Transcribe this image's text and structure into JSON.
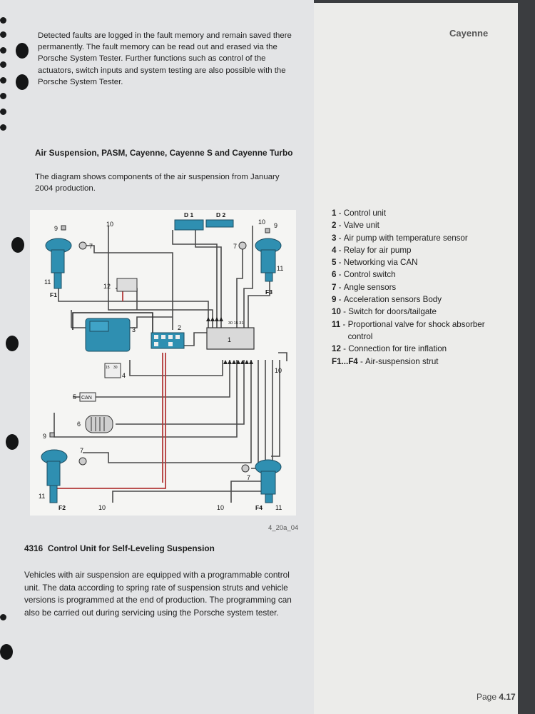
{
  "header": {
    "brand": "Cayenne"
  },
  "intro_paragraph": "Detected faults are logged in the fault memory and remain saved there permanently. The fault memory can be read out and erased via the Porsche System Tester. Further functions such as control of the actuators, switch inputs and system testing are also possible with the Porsche System Tester.",
  "section": {
    "title": "Air Suspension, PASM, Cayenne, Cayenne S and Cayenne Turbo",
    "description": "The diagram shows components of the air suspension from January 2004 production."
  },
  "diagram": {
    "figure_code": "4_20a_04",
    "labels": {
      "d1": "D 1",
      "d2": "D 2",
      "can": "CAN",
      "n1": "1",
      "n2": "2",
      "n3": "3",
      "n4": "4",
      "n5": "5",
      "n6": "6",
      "n7": "7",
      "n9": "9",
      "n10": "10",
      "n11": "11",
      "n12": "12",
      "f1": "F1",
      "f2": "F2",
      "f3": "F3",
      "f4": "F4",
      "pins": "30 15 31",
      "relay_pins_a": "15",
      "relay_pins_b": "30"
    }
  },
  "legend": [
    {
      "num": "1",
      "label": "Control unit"
    },
    {
      "num": "2",
      "label": "Valve unit"
    },
    {
      "num": "3",
      "label": "Air pump with temperature sensor"
    },
    {
      "num": "4",
      "label": "Relay for air pump"
    },
    {
      "num": "5",
      "label": "Networking via CAN"
    },
    {
      "num": "6",
      "label": "Control switch"
    },
    {
      "num": "7",
      "label": "Angle sensors"
    },
    {
      "num": "9",
      "label": "Acceleration sensors Body"
    },
    {
      "num": "10",
      "label": "Switch for doors/tailgate"
    },
    {
      "num": "11",
      "label": "Proportional valve for shock absorber control"
    },
    {
      "num": "12",
      "label": "Connection for tire inflation"
    },
    {
      "num": "F1...F4",
      "label": "Air-suspension strut"
    }
  ],
  "subsection": {
    "number": "4316",
    "title": "Control Unit for Self-Leveling Suspension",
    "body": "Vehicles with air suspension are equipped with a programmable control unit. The data according to spring rate of suspension struts and vehicle versions is programmed at the end of production. The programming can also be carried out during servicing using the Porsche system tester."
  },
  "footer": {
    "page_prefix": "Page",
    "page_number": "4.17"
  },
  "colors": {
    "strut_blue": "#2f8fb1",
    "wire_red": "#b33a3a",
    "wire_grey": "#4a4a4a"
  }
}
